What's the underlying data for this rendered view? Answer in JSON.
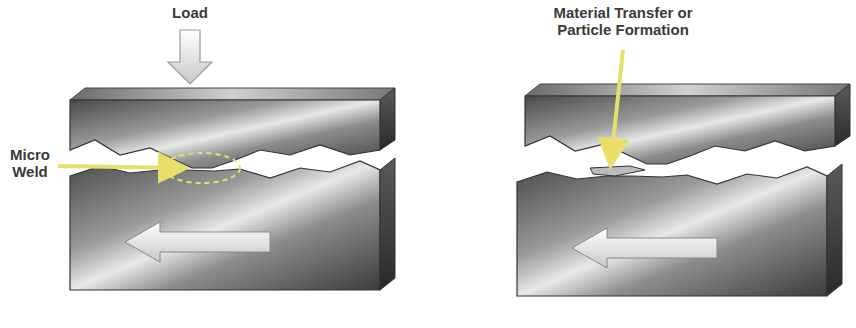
{
  "diagram": {
    "labels": [
      "Load",
      "Micro Weld",
      "Material Transfer or Particle Formation"
    ]
  }
}
